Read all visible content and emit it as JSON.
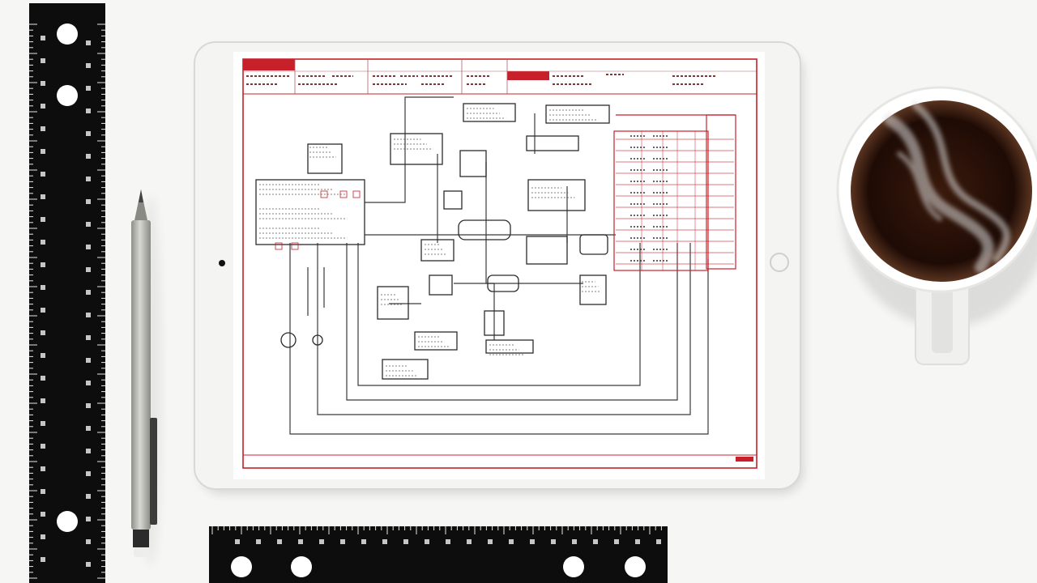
{
  "scene": {
    "objects": [
      "tablet",
      "schematic-drawing",
      "vertical-ruler",
      "horizontal-ruler",
      "pencil",
      "coffee-cup"
    ],
    "colors": {
      "background": "#f6f6f4",
      "tablet_body": "#f4f4f2",
      "tablet_bezel_edge": "#d8d8d6",
      "drawing_red": "#c8202a",
      "drawing_ink": "#2b2b2b",
      "ruler": "#0d0d0d",
      "ruler_marks": "#e8e8e8",
      "pencil_body": "#b9b9b3",
      "coffee": "#2a1208",
      "cup": "#ffffff"
    }
  }
}
